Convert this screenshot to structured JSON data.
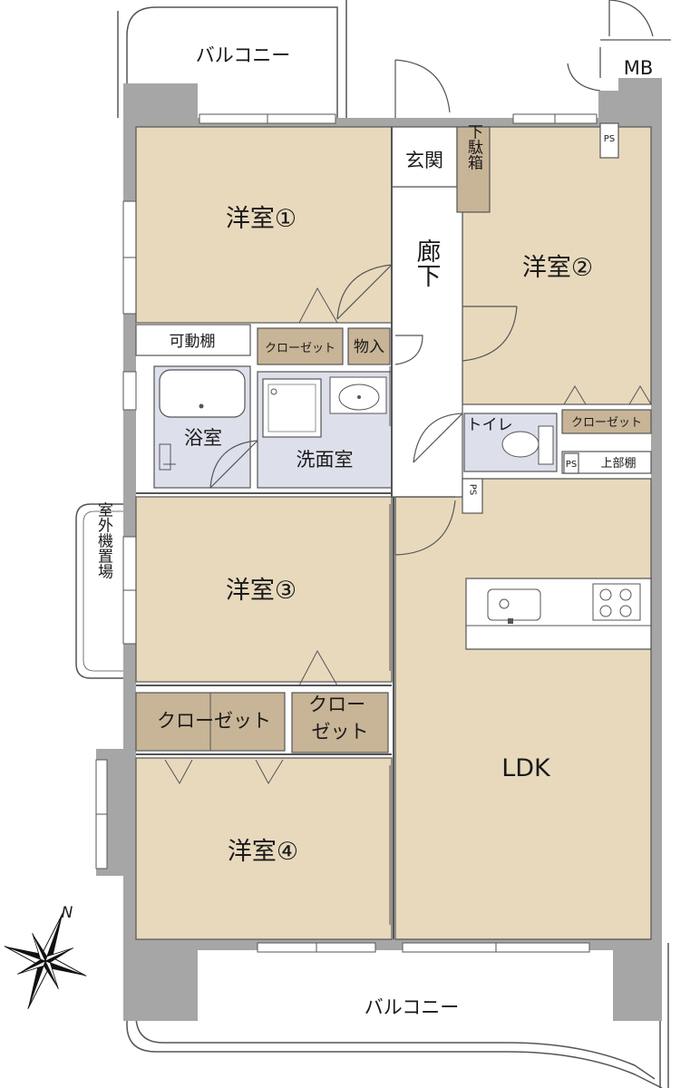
{
  "labels": {
    "balcony_top": "バルコニー",
    "balcony_bottom": "バルコニー",
    "mb": "MB",
    "ps_top": "PS",
    "ps_toilet": "PS",
    "ps_closet": "PS",
    "genkan": "玄関",
    "getabako": "下駄箱",
    "rouka": "廊下",
    "room1": "洋室①",
    "room2": "洋室②",
    "room3": "洋室③",
    "room4": "洋室④",
    "kadodana": "可動棚",
    "closet_small": "クローゼット",
    "monoire": "物入",
    "yokushitsu": "浴室",
    "senmenshitsu": "洗面室",
    "toilet": "トイレ",
    "closet_right": "クローゼット",
    "jobudana": "上部棚",
    "shitsugai": "室外機置場",
    "closet_big": "クローゼット",
    "closet_two": "クローゼット",
    "ldk": "LDK",
    "north": "N"
  },
  "colors": {
    "room": "#e8d9bd",
    "closet": "#c8b496",
    "wet": "#dde0eb",
    "wall": "#a6a6a6",
    "corridor": "#ffffff",
    "line": "#333333"
  }
}
